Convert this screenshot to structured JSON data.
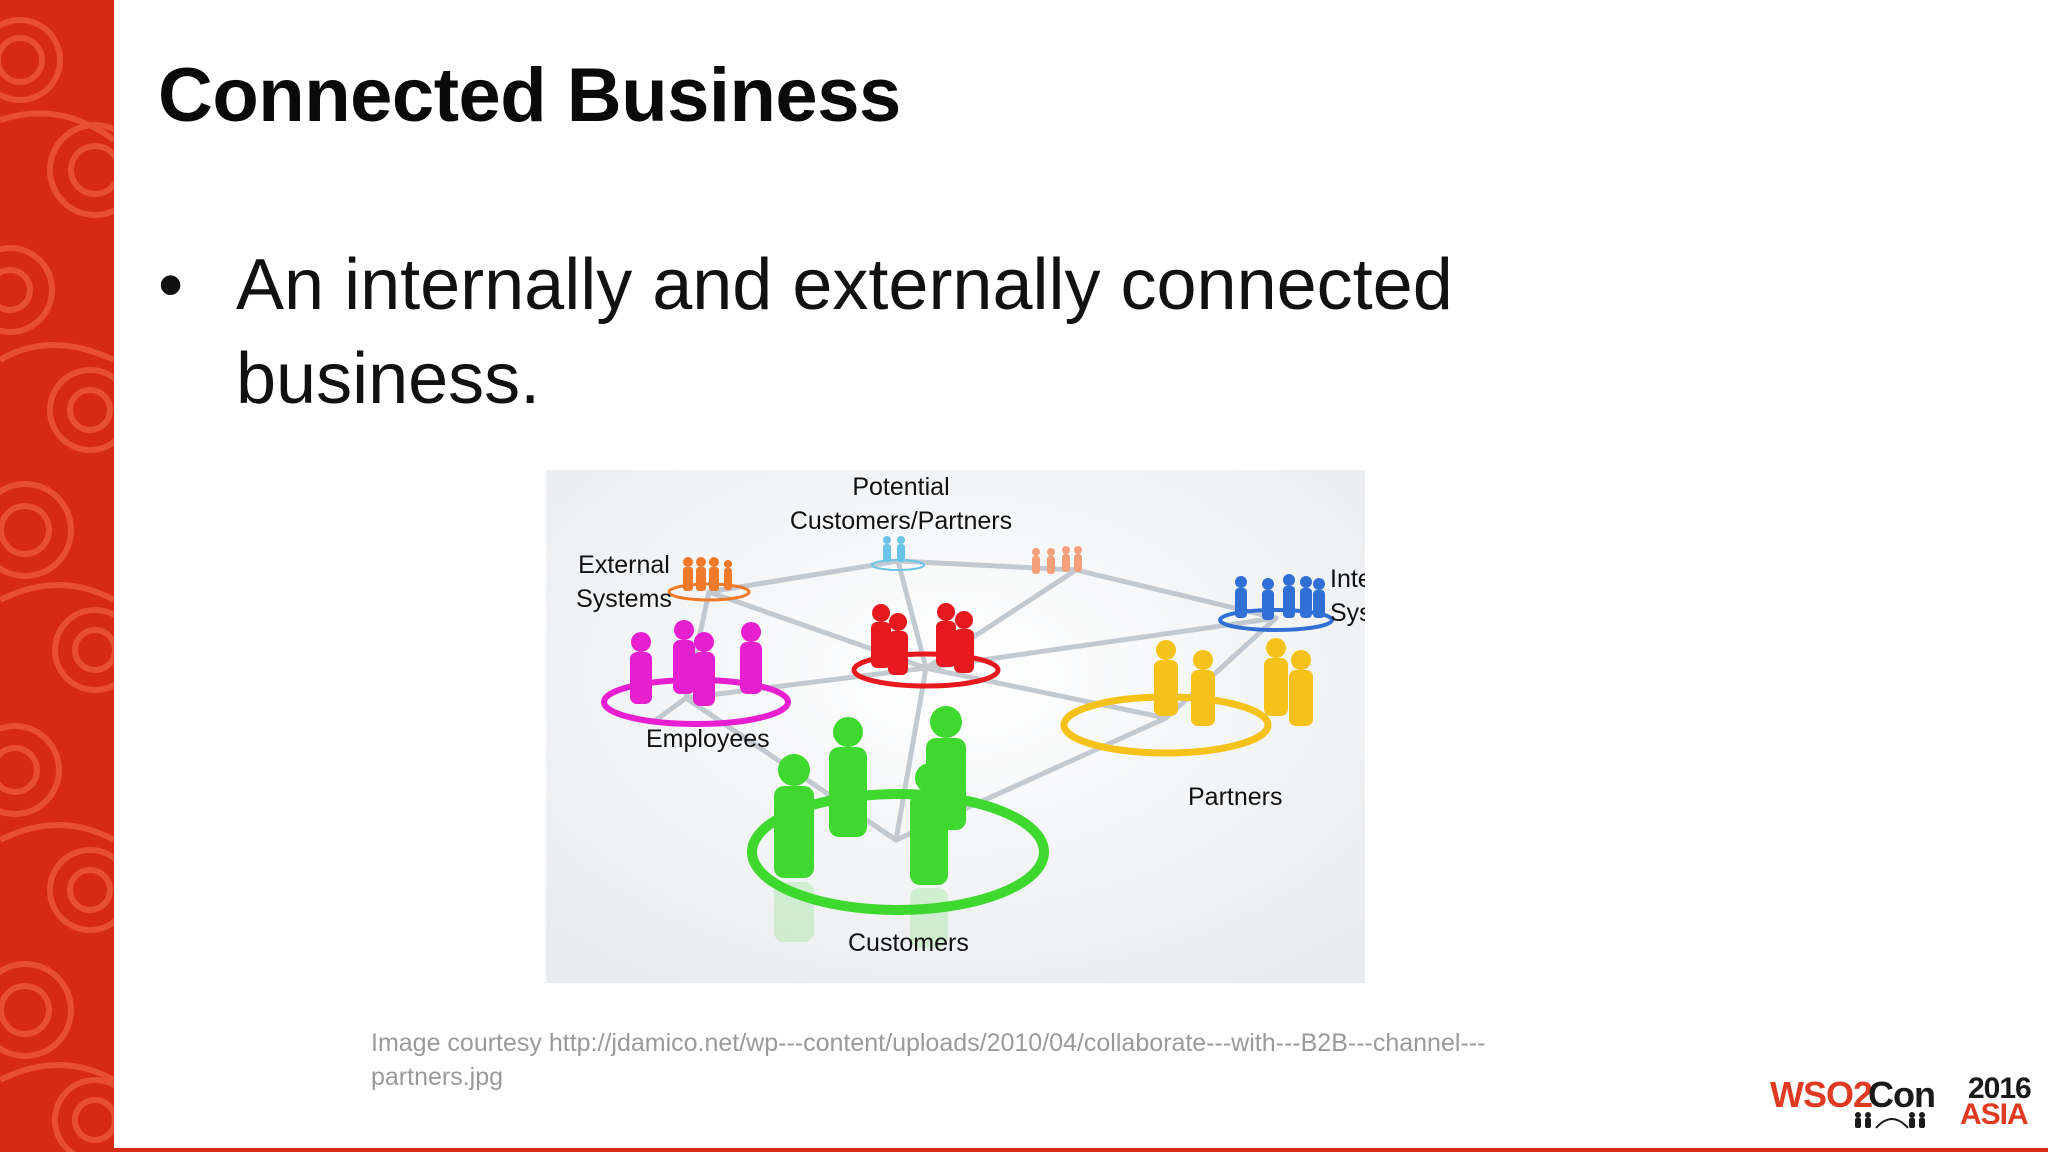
{
  "slide": {
    "title": "Connected Business",
    "bullet_marker": "•",
    "bullet_text": "An internally and externally connected business.",
    "figure": {
      "labels": {
        "potential_line1": "Potential",
        "potential_line2": "Customers/Partners",
        "external_line1": "External",
        "external_line2": "Systems",
        "internal_line1": "Internal",
        "internal_line2": "Systems",
        "employees": "Employees",
        "partners": "Partners",
        "customers": "Customers"
      },
      "group_colors": {
        "external": "#f07a2a",
        "potential_customers": "#6cc3e8",
        "potential_partners": "#f5a07a",
        "internal": "#2f6fd6",
        "employees": "#e81fd0",
        "center": "#e8191e",
        "partners": "#f5c21a",
        "customers": "#3ed82e"
      }
    },
    "credit_line1": "Image courtesy  http://jdamico.net/wp---content/uploads/2010/04/collaborate---with---B2B---channel---",
    "credit_line2": "partners.jpg",
    "logo": {
      "brand_left": "WSO2",
      "brand_right": "Con",
      "year": "2016",
      "region": "ASIA"
    },
    "accent_color": "#d62a14"
  }
}
